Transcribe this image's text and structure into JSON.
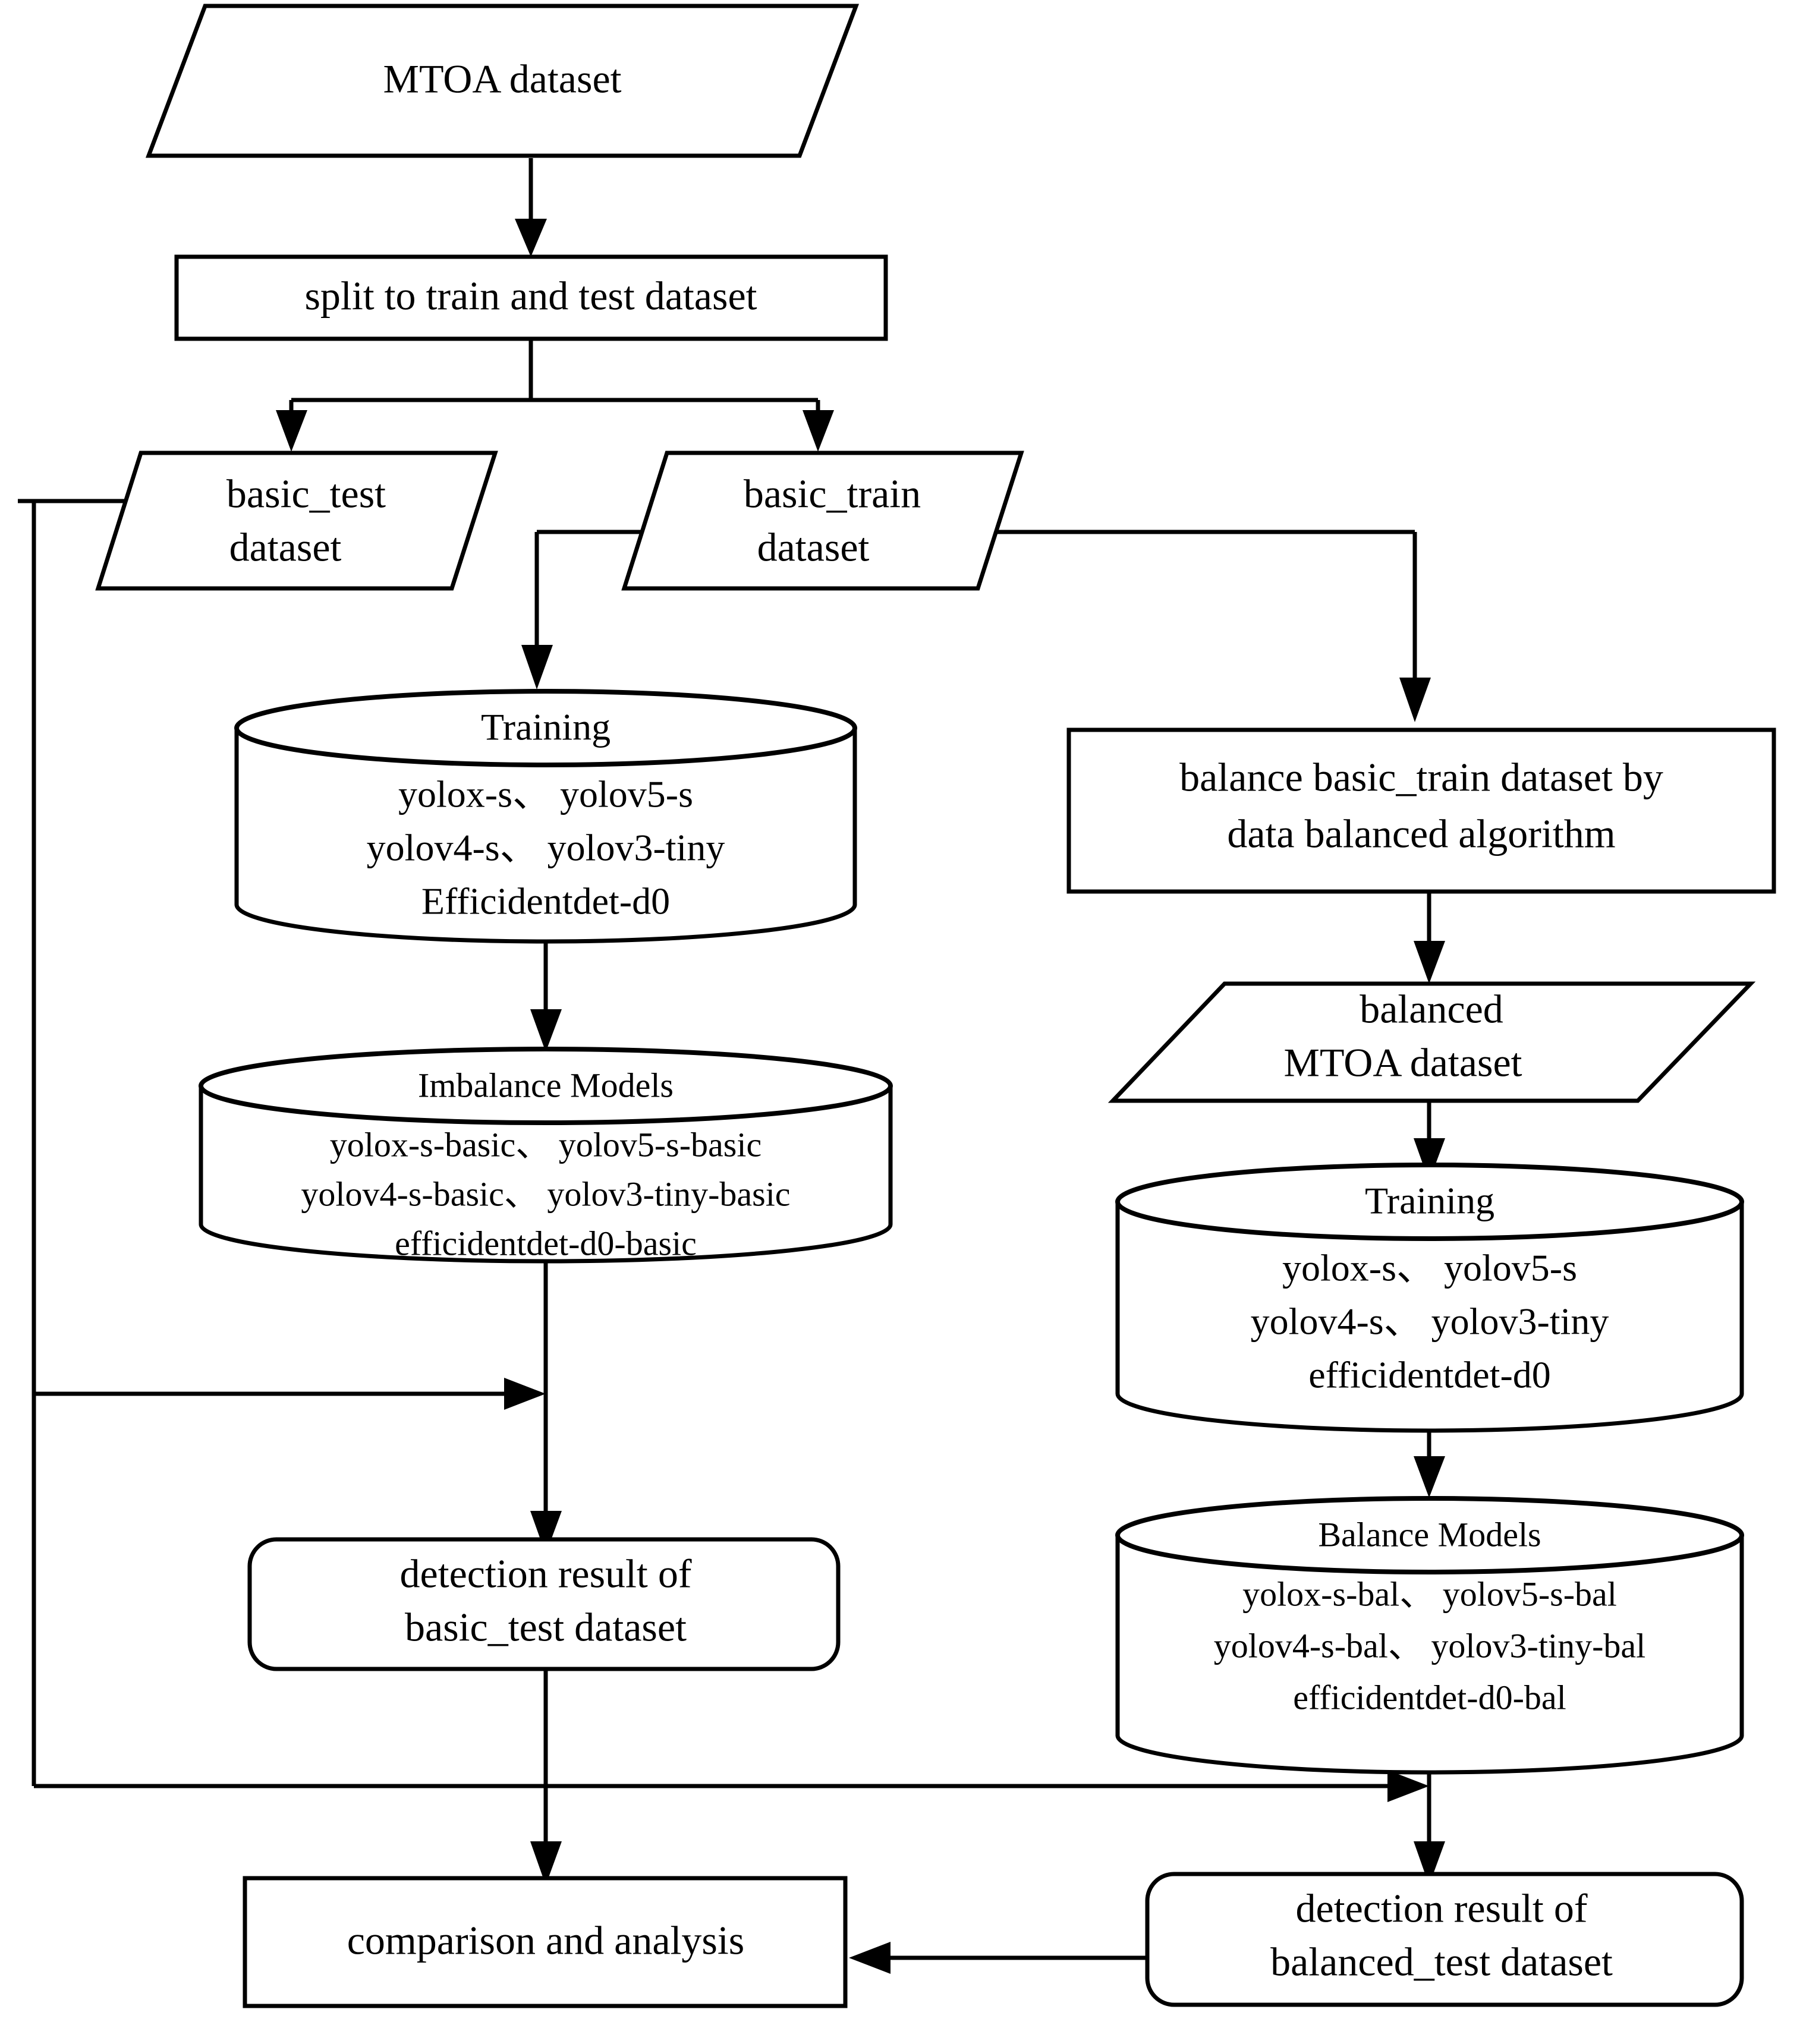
{
  "diagram": {
    "title": "MTOA dataset training and balancing flowchart",
    "colors": {
      "stroke": "#000000",
      "fill": "#ffffff"
    },
    "nodes": {
      "mtoa_dataset": {
        "shape": "parallelogram",
        "label": "MTOA dataset"
      },
      "split_box": {
        "shape": "rectangle",
        "label": "split to train and test dataset"
      },
      "basic_test": {
        "shape": "parallelogram",
        "line1": "basic_test",
        "line2": "dataset"
      },
      "basic_train": {
        "shape": "parallelogram",
        "line1": "basic_train",
        "line2": "dataset"
      },
      "training_left": {
        "shape": "cylinder",
        "title": "Training",
        "line1": "yolox-s、 yolov5-s",
        "line2": "yolov4-s、 yolov3-tiny",
        "line3": "Efficidentdet-d0"
      },
      "imbalance_models": {
        "shape": "cylinder",
        "title": "Imbalance Models",
        "line1": "yolox-s-basic、 yolov5-s-basic",
        "line2": "yolov4-s-basic、 yolov3-tiny-basic",
        "line3": "efficidentdet-d0-basic"
      },
      "balance_algorithm": {
        "shape": "rectangle",
        "line1": "balance basic_train dataset by",
        "line2": "data balanced algorithm"
      },
      "balanced_mtoa": {
        "shape": "parallelogram",
        "line1": "balanced",
        "line2": "MTOA dataset"
      },
      "training_right": {
        "shape": "cylinder",
        "title": "Training",
        "line1": "yolox-s、 yolov5-s",
        "line2": "yolov4-s、 yolov3-tiny",
        "line3": "efficidentdet-d0"
      },
      "balance_models": {
        "shape": "cylinder",
        "title": "Balance Models",
        "line1": "yolox-s-bal、 yolov5-s-bal",
        "line2": "yolov4-s-bal、 yolov3-tiny-bal",
        "line3": "efficidentdet-d0-bal"
      },
      "detect_basic": {
        "shape": "rounded-rectangle",
        "line1": "detection result of",
        "line2": "basic_test dataset"
      },
      "detect_balanced": {
        "shape": "rounded-rectangle",
        "line1": "detection result of",
        "line2": "balanced_test dataset"
      },
      "comparison": {
        "shape": "rectangle",
        "label": "comparison and analysis"
      }
    },
    "edges": [
      {
        "from": "mtoa_dataset",
        "to": "split_box"
      },
      {
        "from": "split_box",
        "to": "basic_test"
      },
      {
        "from": "split_box",
        "to": "basic_train"
      },
      {
        "from": "basic_train",
        "to": "training_left"
      },
      {
        "from": "basic_train",
        "to": "balance_algorithm"
      },
      {
        "from": "training_left",
        "to": "imbalance_models"
      },
      {
        "from": "imbalance_models",
        "to": "detect_basic"
      },
      {
        "from": "basic_test",
        "to": "detect_basic"
      },
      {
        "from": "basic_test",
        "to": "detect_balanced"
      },
      {
        "from": "balance_algorithm",
        "to": "balanced_mtoa"
      },
      {
        "from": "balanced_mtoa",
        "to": "training_right"
      },
      {
        "from": "training_right",
        "to": "balance_models"
      },
      {
        "from": "balance_models",
        "to": "detect_balanced"
      },
      {
        "from": "detect_basic",
        "to": "comparison"
      },
      {
        "from": "detect_balanced",
        "to": "comparison"
      }
    ]
  }
}
